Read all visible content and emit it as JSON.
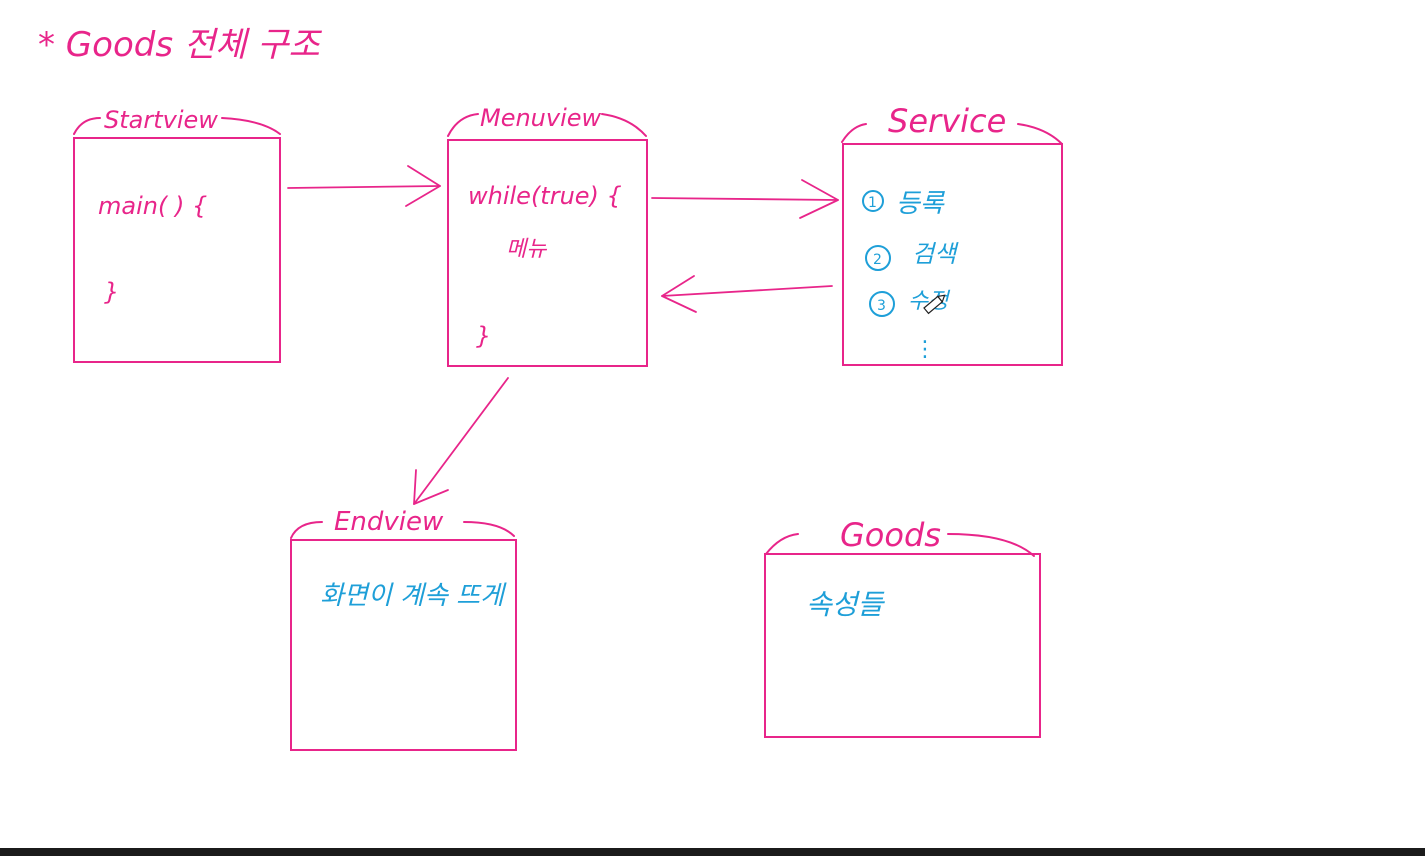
{
  "title": "* Goods 전체 구조",
  "nodes": {
    "startview": {
      "label": "Startview",
      "line1": "main( ) {",
      "line2": "}"
    },
    "menuview": {
      "label": "Menuview",
      "line1": "while(true) {",
      "line2": "메뉴",
      "line3": "}"
    },
    "service": {
      "label": "Service",
      "items": [
        {
          "num": "1",
          "text": "등록"
        },
        {
          "num": "2",
          "text": "검색"
        },
        {
          "num": "3",
          "text": "수정"
        }
      ],
      "more": "⋮"
    },
    "endview": {
      "label": "Endview",
      "text": "화면이 계속 뜨게"
    },
    "goods": {
      "label": "Goods",
      "text": "속성들"
    }
  },
  "colors": {
    "ink": "#e8258a",
    "blue": "#1e9fd8"
  }
}
